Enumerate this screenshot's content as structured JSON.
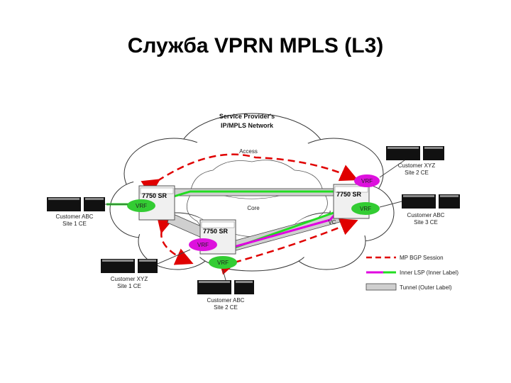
{
  "title": "Служба VPRN MPLS (L3)",
  "network": {
    "name_line1": "Service Provider's",
    "name_line2": "IP/MPLS Network",
    "access_label": "Access",
    "core_label": "Core"
  },
  "routers": {
    "left": "7750 SR",
    "right": "7750 SR",
    "bottom": "7750 SR"
  },
  "vrf_label": "VRF",
  "vc_label": "VC",
  "customers": {
    "abc_site1": {
      "line1": "Customer ABC",
      "line2": "Site 1 CE"
    },
    "xyz_site2": {
      "line1": "Customer XYZ",
      "line2": "Site 2 CE"
    },
    "abc_site3": {
      "line1": "Customer ABC",
      "line2": "Site 3 CE"
    },
    "xyz_site1": {
      "line1": "Customer XYZ",
      "line2": "Site 1 CE"
    },
    "abc_site2": {
      "line1": "Customer ABC",
      "line2": "Site 2 CE"
    }
  },
  "legend": {
    "bgp": "MP BGP Session",
    "lsp": "Inner LSP (Inner Label)",
    "tunnel": "Tunnel (Outer Label)"
  },
  "colors": {
    "bgp": "#e00000",
    "lsp": "#e000e0",
    "green": "#22dd22",
    "vrf_green": "#33cc33",
    "vrf_magenta": "#dd11dd",
    "tunnel": "#cfcfcf"
  }
}
